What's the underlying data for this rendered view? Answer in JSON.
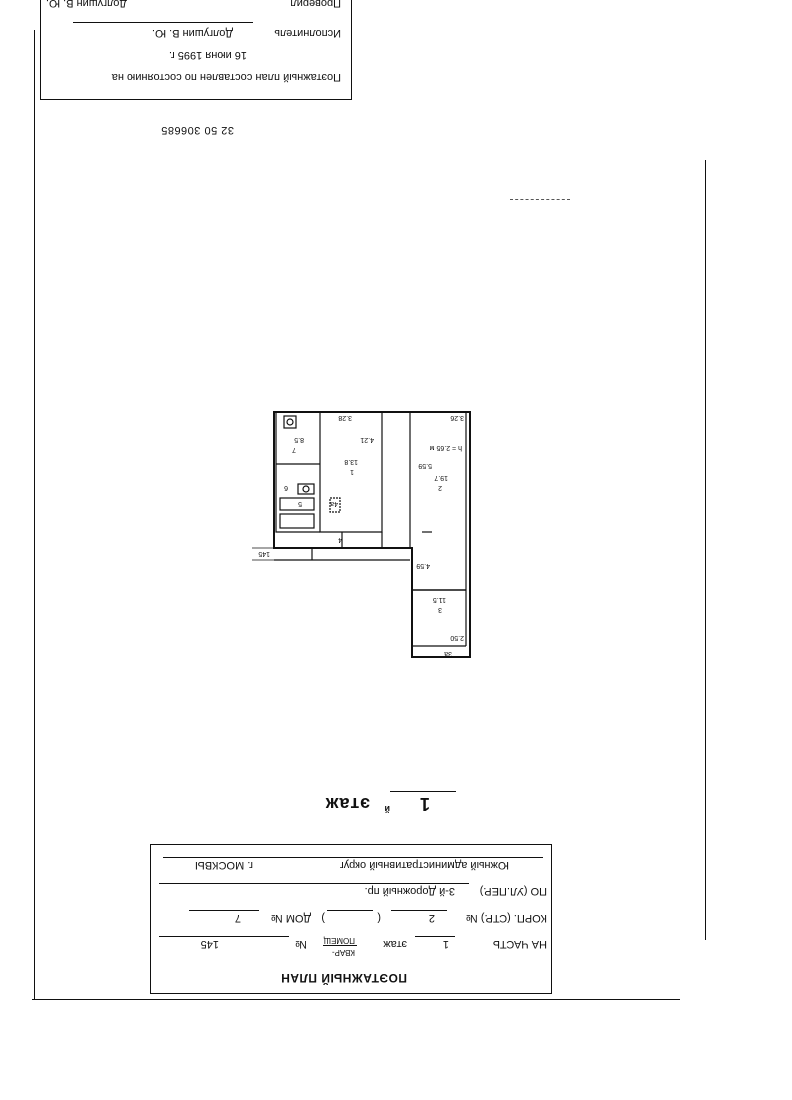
{
  "title_block": {
    "title": "ПОЭТАЖНЫЙ ПЛАН",
    "row1_label": "НА ЧАСТЬ",
    "floor_value": "1",
    "floor_label": "этаж",
    "unit_label_top": "КВАР-",
    "unit_label_bottom": "ПОМЕЩ",
    "number_sign": "№",
    "unit_number": "145",
    "row2_label": "КОРП. (СТР.) №",
    "korp_value": "2",
    "paren_open": "(",
    "paren_close": ")",
    "house_label": "ДОМ №",
    "house_value": "7",
    "row3_label": "ПО (УЛ.ПЕР.)",
    "street_value": "3-й Дорожный пр.",
    "district_value": "Южный административный округ",
    "city_label": "г. МОСКВЫ"
  },
  "floor_heading": {
    "number": "1",
    "superscript": "й",
    "word": "этаж"
  },
  "document_code": "32 50 306685",
  "stamp": {
    "line1": "Поэтажный план составлен по состоянию на",
    "date": "16 июня 1995 г.",
    "executor_label": "Исполнитель",
    "executor_name": "Долгушин В. Ю.",
    "checked_label": "Проверил",
    "checked_name": "Долгушин В. Ю."
  },
  "plan": {
    "height_note": "h = 2.65 м",
    "unit_number": "145",
    "rooms": [
      {
        "id": "1",
        "area": "13.8"
      },
      {
        "id": "2",
        "area": "19.7"
      },
      {
        "id": "3",
        "area": "11.5"
      },
      {
        "id": "3а",
        "area": ""
      },
      {
        "id": "4",
        "area": ""
      },
      {
        "id": "4а",
        "area": ""
      },
      {
        "id": "5",
        "area": ""
      },
      {
        "id": "6",
        "area": ""
      },
      {
        "id": "7",
        "area": "8.5"
      }
    ],
    "dimensions": [
      "3.28",
      "3.26",
      "4.21",
      "5.59",
      "4.59",
      "2.50"
    ]
  }
}
